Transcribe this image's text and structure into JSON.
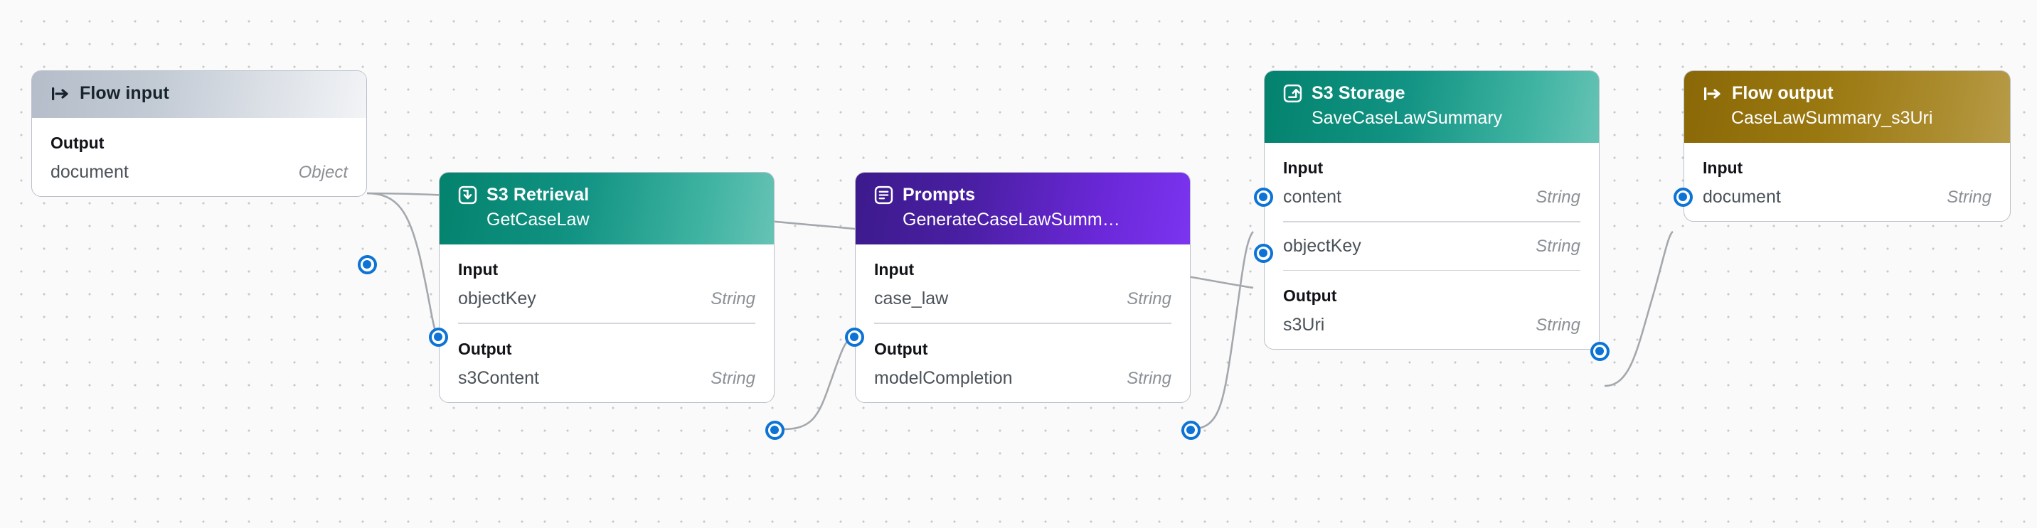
{
  "canvas": {
    "background_color": "#fafafa",
    "dot_color": "#c9c9cd"
  },
  "colors": {
    "port_accent": "#0d73d4",
    "edge_stroke": "#a4a8ad",
    "teal_start": "#03836e",
    "teal_end": "#66c3b4",
    "purple_start": "#3c1a8c",
    "purple_end": "#7c34f0",
    "gold_start": "#8a6807",
    "gold_end": "#b79b47",
    "flow_input_start": "#b4bdc9",
    "flow_input_end": "#f2f4f6"
  },
  "nodes": [
    {
      "id": "flow-input",
      "type_label": "Flow input",
      "subtitle": "",
      "icon": "flow-input-arrow-icon",
      "theme": "flow-input",
      "sections": [
        {
          "label": "Output",
          "fields": [
            {
              "name": "document",
              "type": "Object",
              "port": "output"
            }
          ]
        }
      ]
    },
    {
      "id": "s3-retrieval",
      "type_label": "S3 Retrieval",
      "subtitle": "GetCaseLaw",
      "icon": "s3-download-icon",
      "theme": "teal",
      "sections": [
        {
          "label": "Input",
          "fields": [
            {
              "name": "objectKey",
              "type": "String",
              "port": "input"
            }
          ]
        },
        {
          "label": "Output",
          "fields": [
            {
              "name": "s3Content",
              "type": "String",
              "port": "output"
            }
          ]
        }
      ]
    },
    {
      "id": "prompts",
      "type_label": "Prompts",
      "subtitle": "GenerateCaseLawSumm…",
      "icon": "prompt-document-icon",
      "theme": "purple",
      "sections": [
        {
          "label": "Input",
          "fields": [
            {
              "name": "case_law",
              "type": "String",
              "port": "input"
            }
          ]
        },
        {
          "label": "Output",
          "fields": [
            {
              "name": "modelCompletion",
              "type": "String",
              "port": "output"
            }
          ]
        }
      ]
    },
    {
      "id": "s3-storage",
      "type_label": "S3 Storage",
      "subtitle": "SaveCaseLawSummary",
      "icon": "s3-upload-icon",
      "theme": "teal",
      "sections": [
        {
          "label": "Input",
          "fields": [
            {
              "name": "content",
              "type": "String",
              "port": "input"
            },
            {
              "name": "objectKey",
              "type": "String",
              "port": "input"
            }
          ]
        },
        {
          "label": "Output",
          "fields": [
            {
              "name": "s3Uri",
              "type": "String",
              "port": "output"
            }
          ]
        }
      ]
    },
    {
      "id": "flow-output",
      "type_label": "Flow output",
      "subtitle": "CaseLawSummary_s3Uri",
      "icon": "flow-output-arrow-icon",
      "theme": "gold",
      "sections": [
        {
          "label": "Input",
          "fields": [
            {
              "name": "document",
              "type": "String",
              "port": "input"
            }
          ]
        }
      ]
    }
  ],
  "edges": [
    {
      "from": "flow-input.document",
      "to": "s3-retrieval.objectKey"
    },
    {
      "from": "flow-input.document",
      "to": "s3-storage.objectKey"
    },
    {
      "from": "s3-retrieval.s3Content",
      "to": "prompts.case_law"
    },
    {
      "from": "prompts.modelCompletion",
      "to": "s3-storage.content"
    },
    {
      "from": "s3-storage.s3Uri",
      "to": "flow-output.document"
    }
  ]
}
